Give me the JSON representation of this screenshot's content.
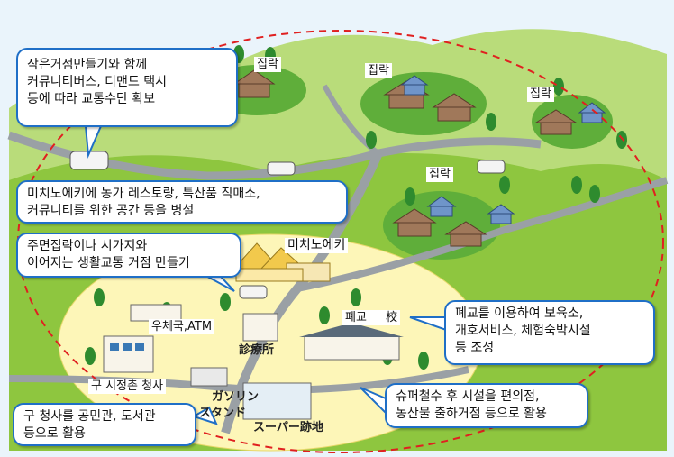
{
  "colors": {
    "sky": "#eaf4fb",
    "grass": "#8ec63f",
    "hill": "#b9dc7a",
    "zone": "#fdf6b8",
    "road": "#9aa0a5",
    "callout_border": "#1f6fc7",
    "dash": "#e02020"
  },
  "callouts": {
    "transport": "작은거점만들기와 함께\n커뮤니티버스, 디맨드 택시\n등에 따라 교통수단 확보",
    "michinoeki_facilities": "미치노에키에 농가 레스토랑, 특산품 직매소,\n커뮤니티를 위한 공간 등을 병설",
    "hub": "주면집락이나 시가지와\n이어지는 생활교통 거점 만들기",
    "school": "폐교를 이용하여 보육소,\n개호서비스, 체험숙박시설\n등 조성",
    "supermarket": "슈퍼철수 후 시설을 편의점,\n농산물 출하거점 등으로 활용",
    "old_office": "구 청사를 공민관, 도서관\n등으로 활용"
  },
  "labels": {
    "settlement": "집락",
    "michinoeki": "미치노에키",
    "post_office": "우체국,ATM",
    "old_village_office": "구 시정촌 청사",
    "clinic": "診療所",
    "school": "폐교 　 校",
    "gas_station_1": "ガソリン",
    "gas_station_2": "スタンド",
    "supermarket_site": "スーパー跡地"
  }
}
